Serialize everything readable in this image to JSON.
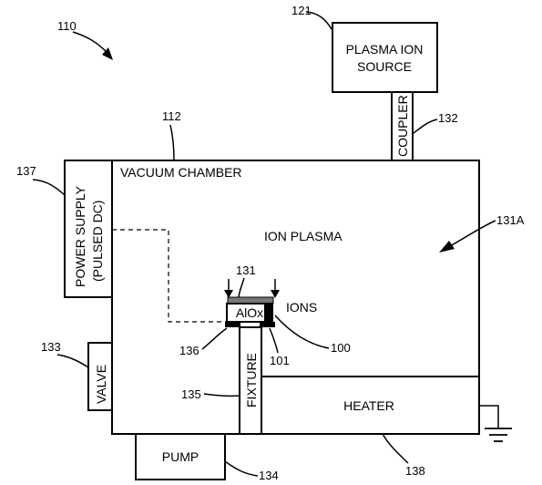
{
  "labels": {
    "plasma_ion_source_line1": "PLASMA ION",
    "plasma_ion_source_line2": "SOURCE",
    "coupler": "COUPLER",
    "vacuum_chamber": "VACUUM CHAMBER",
    "power_supply_line1": "POWER SUPPLY",
    "power_supply_line2": "(PULSED DC)",
    "ion_plasma": "ION PLASMA",
    "ions": "IONS",
    "sample": "AlOx",
    "valve": "VALVE",
    "fixture": "FIXTURE",
    "heater": "HEATER",
    "pump": "PUMP"
  },
  "refs": {
    "system": "110",
    "plasma_ion_source": "121",
    "chamber": "112",
    "coupler": "132",
    "power_supply": "137",
    "plasma_region": "131A",
    "sample_top": "131",
    "valve": "133",
    "clamp": "136",
    "substrate_contact": "101",
    "sample": "100",
    "fixture": "135",
    "pump": "134",
    "heater": "138"
  }
}
